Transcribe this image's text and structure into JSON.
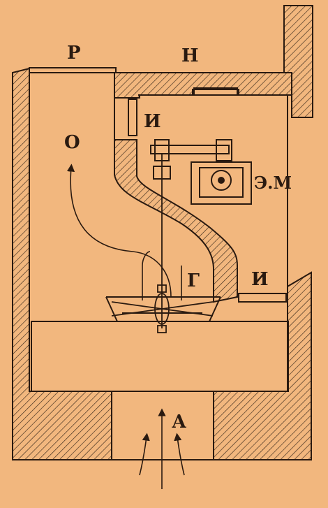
{
  "labels": {
    "p": "Р",
    "n": "Н",
    "i_top": "И",
    "o": "О",
    "em": "Э.М",
    "g": "Г",
    "i_right": "И",
    "a": "А"
  },
  "colors": {
    "background": "#f2b77e",
    "ink": "#2a1a10",
    "hatch": "#3a2a1c"
  }
}
